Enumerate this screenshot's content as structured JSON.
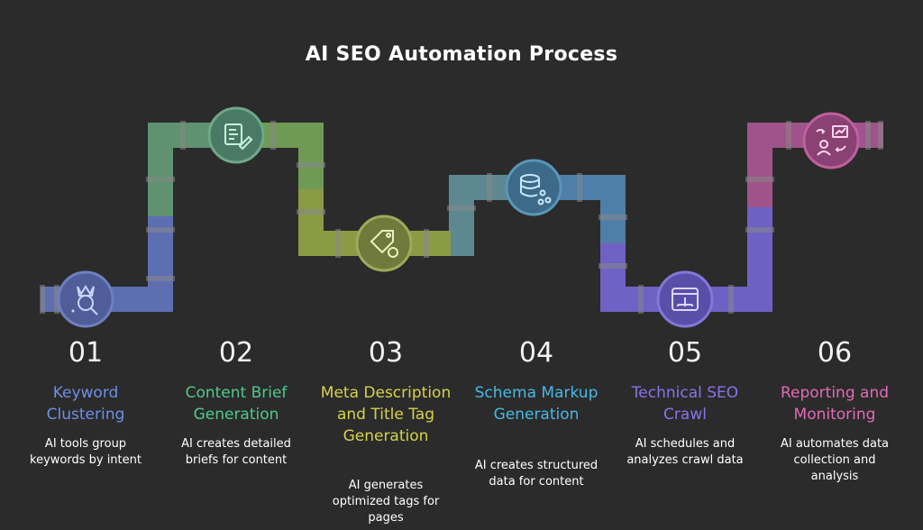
{
  "title": "AI SEO Automation Process",
  "steps": [
    {
      "num": "01",
      "title": "Keyword Clustering",
      "desc": "AI tools group keywords by intent",
      "color": "#6e8fe8",
      "icon": "keyword-cluster-icon"
    },
    {
      "num": "02",
      "title": "Content Brief Generation",
      "desc": "AI creates detailed briefs for content",
      "color": "#4fc98e",
      "icon": "content-brief-icon"
    },
    {
      "num": "03",
      "title": "Meta Description and Title Tag Generation",
      "desc": "AI generates optimized tags for pages",
      "color": "#d6d24a",
      "icon": "tag-gear-icon"
    },
    {
      "num": "04",
      "title": "Schema Markup Generation",
      "desc": "AI creates structured data for content",
      "color": "#47b8e6",
      "icon": "database-schema-icon"
    },
    {
      "num": "05",
      "title": "Technical SEO Crawl",
      "desc": "AI schedules and analyzes crawl data",
      "color": "#8c72e8",
      "icon": "crawl-sitemap-icon"
    },
    {
      "num": "06",
      "title": "Reporting and Monitoring",
      "desc": "AI automates data collection and analysis",
      "color": "#e36bb5",
      "icon": "reporting-icon"
    }
  ]
}
